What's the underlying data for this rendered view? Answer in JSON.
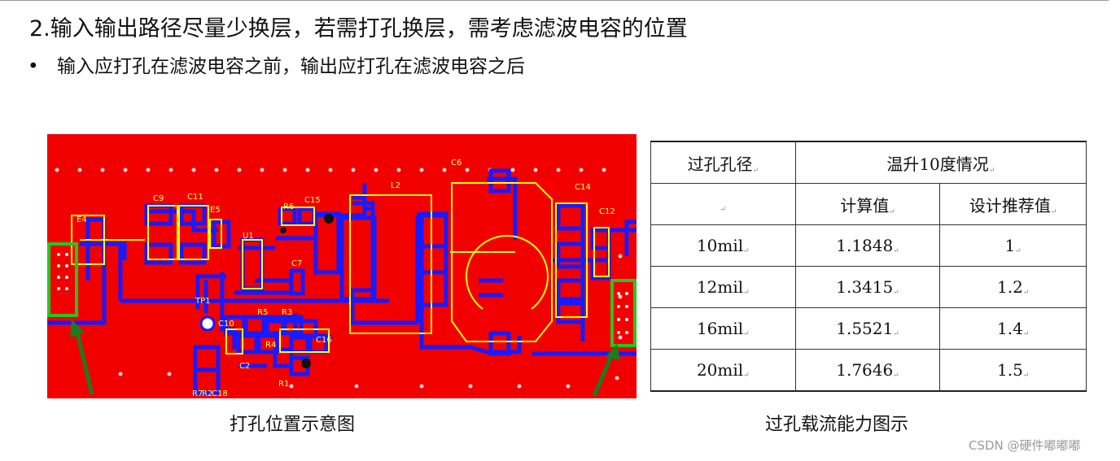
{
  "heading": "2.输入输出路径尽量少换层，若需打孔换层，需考虑滤波电容的位置",
  "bullet": {
    "symbol": "•",
    "text": "输入应打孔在滤波电容之前，输出应打孔在滤波电容之后"
  },
  "figure_left": {
    "caption": "打孔位置示意图",
    "silkscreen": {
      "L2": "L2",
      "C6": "C6",
      "C9": "C9",
      "C11": "C11",
      "E5": "E5",
      "E4": "E4",
      "R6": "R6",
      "C15": "C15",
      "U1": "U1",
      "C7": "C7",
      "TP1": "TP1",
      "R5": "R5",
      "R3": "R3",
      "R4": "R4",
      "C2": "C2",
      "R1": "R1",
      "C10": "C10",
      "C16": "C16",
      "C14": "C14",
      "C12": "C12",
      "R7": "R7",
      "R2": "R2",
      "C18": "C18"
    },
    "colors": {
      "board": "#f20000",
      "trace": "#1a1aff",
      "silk": "#ffff00",
      "via_box": "#22c822",
      "arrow": "#1e7a1e"
    }
  },
  "figure_right": {
    "caption": "过孔载流能力图示",
    "table": {
      "header_left": "过孔孔径",
      "header_right": "温升10度情况",
      "sub_left": "",
      "sub_mid": "计算值",
      "sub_right": "设计推荐值",
      "rows": [
        {
          "size": "10mil",
          "calc": "1.1848",
          "rec": "1"
        },
        {
          "size": "12mil",
          "calc": "1.3415",
          "rec": "1.2"
        },
        {
          "size": "16mil",
          "calc": "1.5521",
          "rec": "1.4"
        },
        {
          "size": "20mil",
          "calc": "1.7646",
          "rec": "1.5"
        }
      ]
    }
  },
  "watermark": "CSDN @硬件嘟嘟嘟"
}
